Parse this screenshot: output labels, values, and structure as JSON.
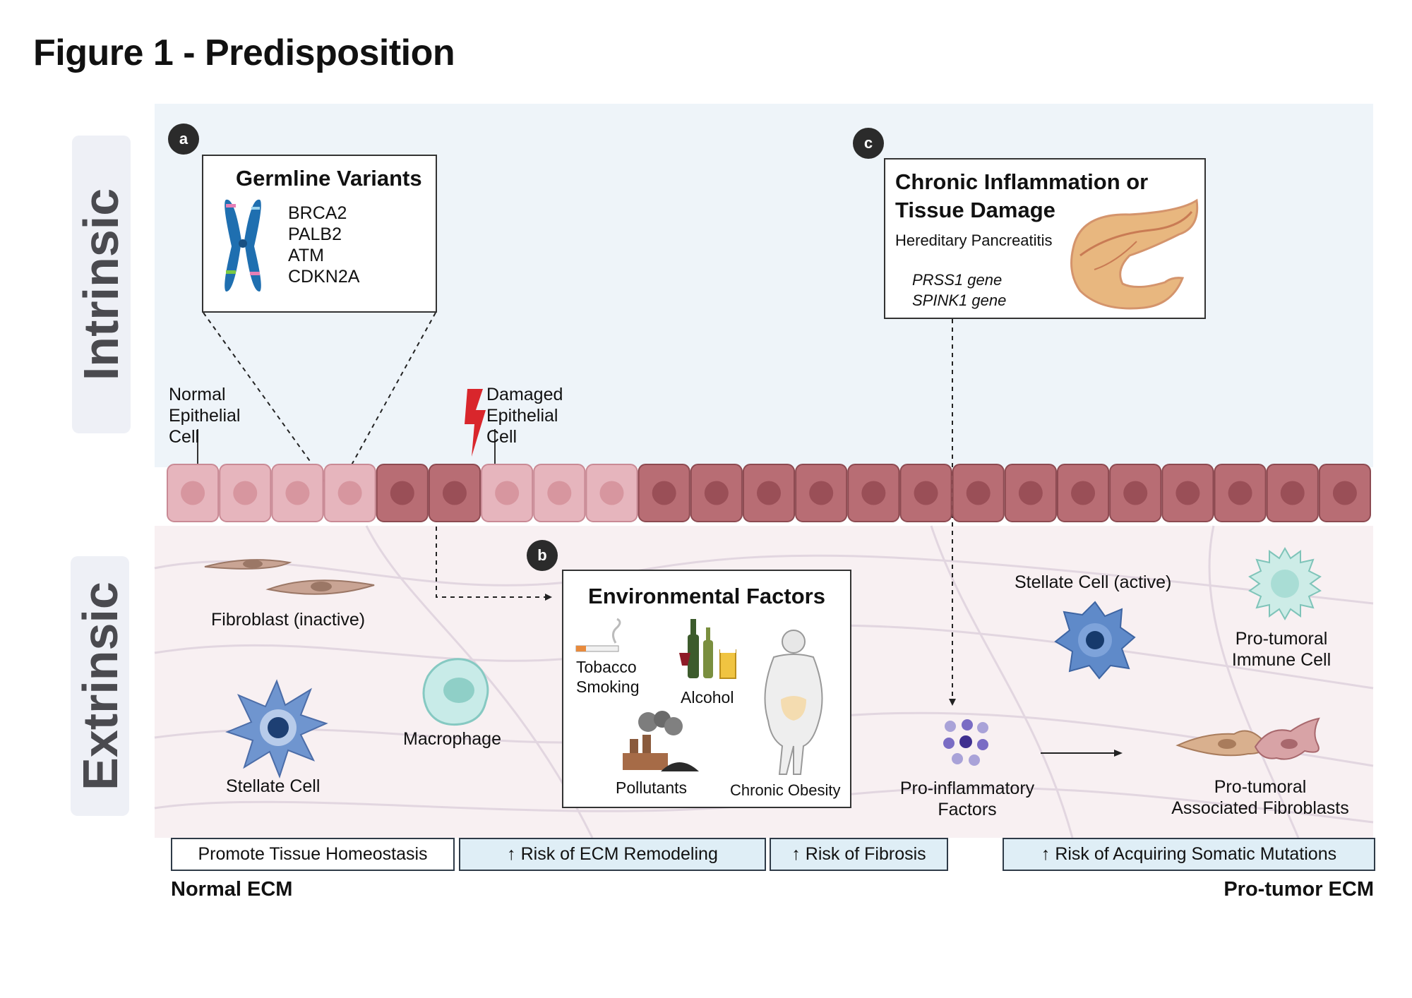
{
  "title": "Figure 1 - Predisposition",
  "side_labels": {
    "intrinsic": "Intrinsic",
    "extrinsic": "Extrinsic"
  },
  "badges": {
    "a": "a",
    "b": "b",
    "c": "c"
  },
  "germline": {
    "title": "Germline Variants",
    "genes": [
      "BRCA2",
      "PALB2",
      "ATM",
      "CDKN2A"
    ]
  },
  "chronic": {
    "title_line1": "Chronic Inflammation or",
    "title_line2": "Tissue Damage",
    "subtitle": "Hereditary Pancreatitis",
    "genes": [
      "PRSS1 gene",
      "SPINK1 gene"
    ]
  },
  "cells": {
    "normal": [
      "Normal",
      "Epithelial",
      "Cell"
    ],
    "damaged": [
      "Damaged",
      "Epithelial",
      "Cell"
    ]
  },
  "environment": {
    "title": "Environmental Factors",
    "tobacco": [
      "Tobacco",
      "Smoking"
    ],
    "alcohol": "Alcohol",
    "pollutants": "Pollutants",
    "obesity": "Chronic Obesity"
  },
  "extrinsic_cells": {
    "fibroblast": "Fibroblast (inactive)",
    "macrophage": "Macrophage",
    "stellate": "Stellate Cell",
    "stellate_active": "Stellate Cell (active)",
    "immune": [
      "Pro-tumoral",
      "Immune Cell"
    ],
    "proinflammatory": [
      "Pro-inflammatory",
      "Factors"
    ],
    "caf": [
      "Pro-tumoral",
      "Associated Fibroblasts"
    ]
  },
  "bottom_bar": [
    "Promote Tissue Homeostasis",
    "↑ Risk of ECM Remodeling",
    "↑ Risk of Fibrosis",
    "↑ Risk of Acquiring Somatic Mutations"
  ],
  "ecm_labels": {
    "normal": "Normal ECM",
    "pro_tumor": "Pro-tumor ECM"
  },
  "colors": {
    "normal_cell": "#e6b5bd",
    "damaged_cell": "#b86d74",
    "box_highlight": "#dfeef6",
    "lightning": "#d9262c",
    "chromosome": "#1f6fb0"
  }
}
